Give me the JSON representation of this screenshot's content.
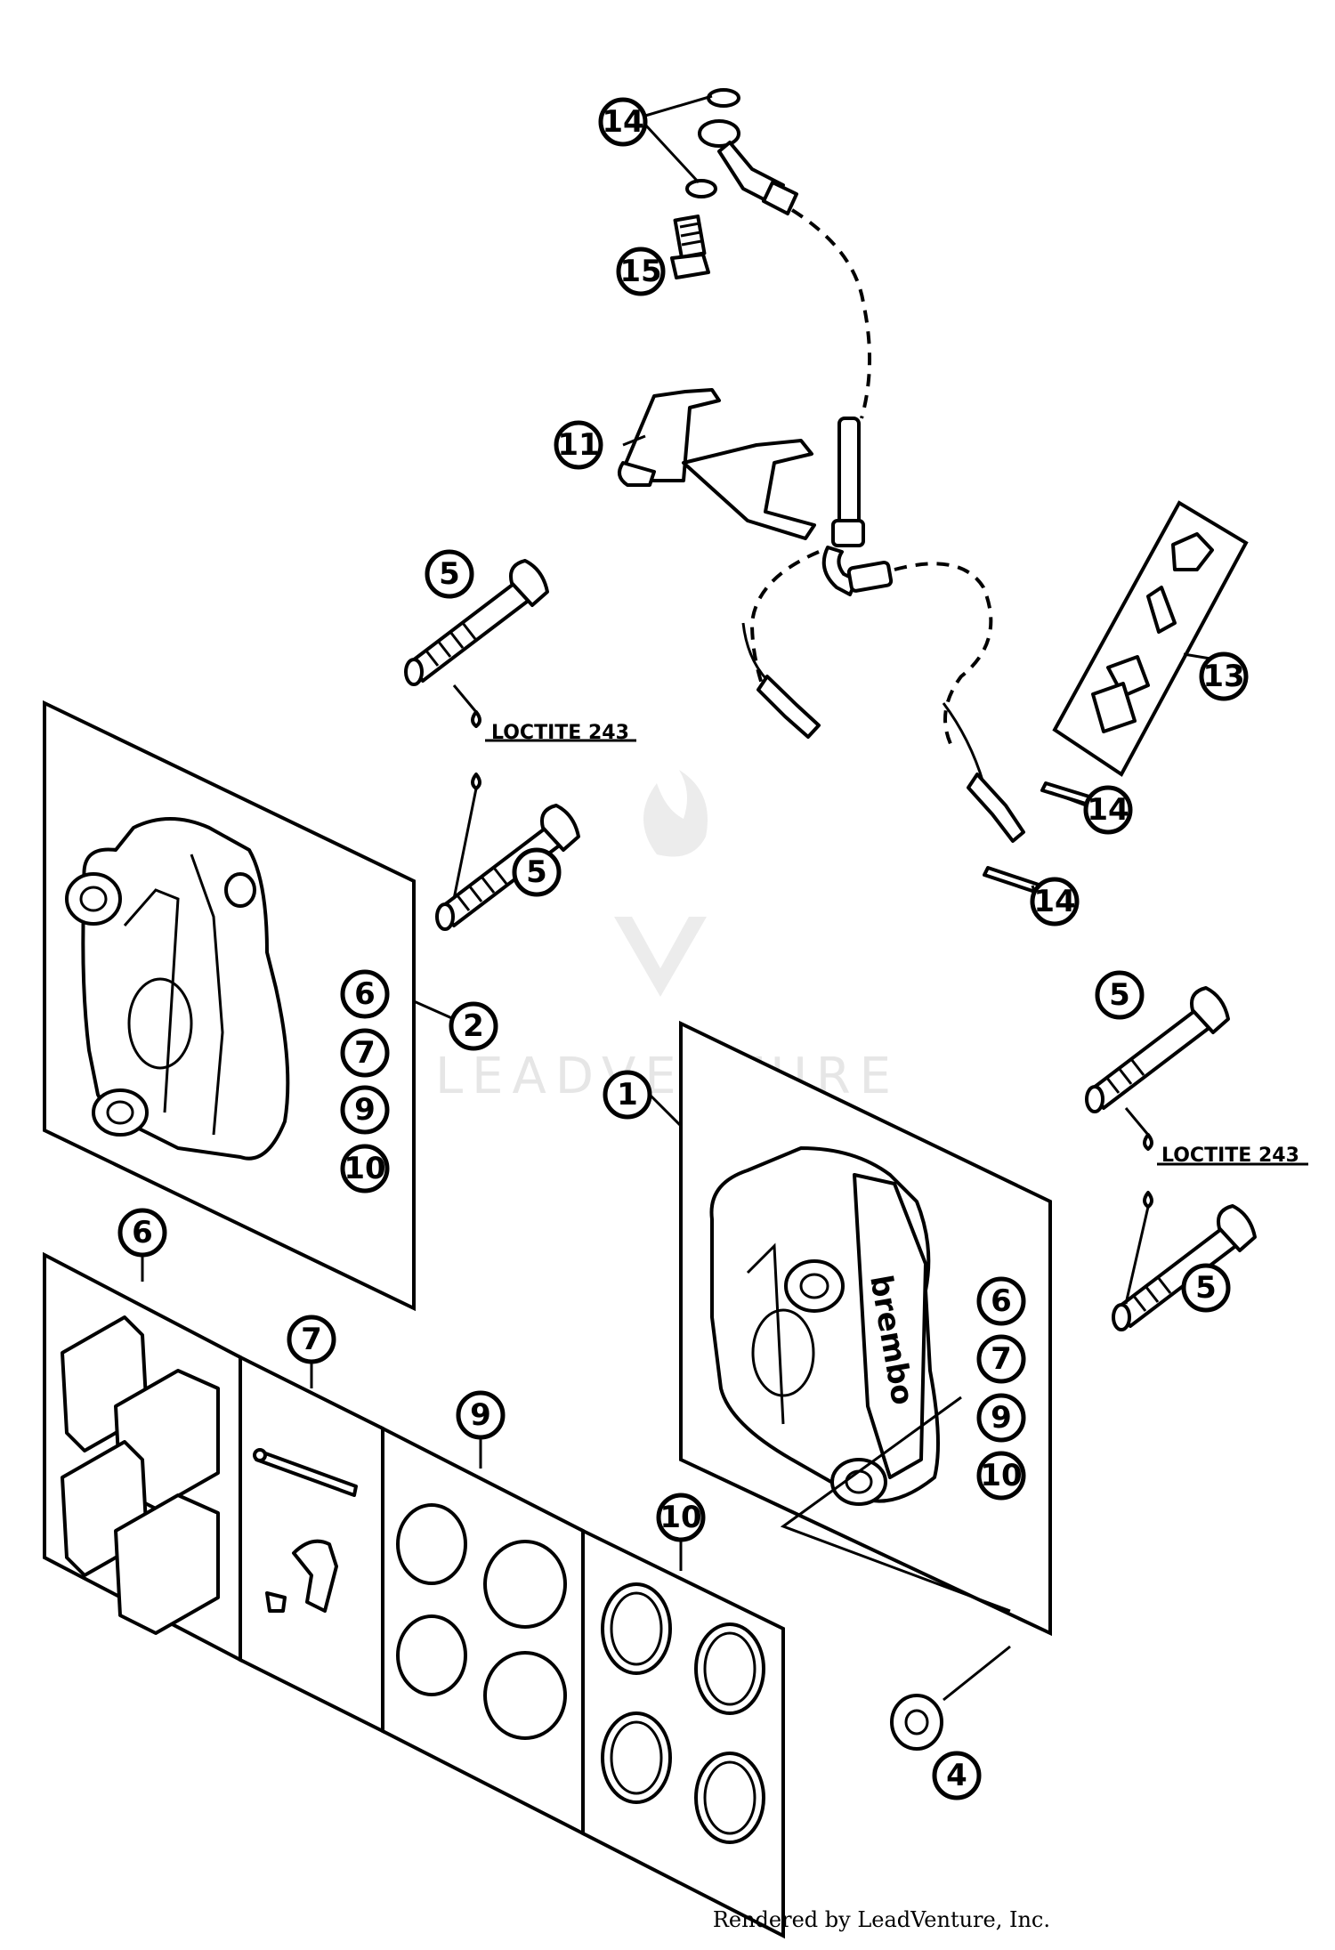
{
  "callouts": {
    "c14_top": "14",
    "c15": "15",
    "c11": "11",
    "c5_a": "5",
    "c5_b": "5",
    "c13": "13",
    "c14_mid": "14",
    "c14_low": "14",
    "c2": "2",
    "c6_left": "6",
    "c7_left": "7",
    "c9_left": "9",
    "c10_left": "10",
    "c5_c": "5",
    "c1": "1",
    "c5_d": "5",
    "c6_right": "6",
    "c7_right": "7",
    "c9_right": "9",
    "c10_right": "10",
    "c6_kit": "6",
    "c7_kit": "7",
    "c9_kit": "9",
    "c10_kit": "10",
    "c4": "4"
  },
  "notes": {
    "loctite_left": "LOCTITE 243",
    "loctite_right": "LOCTITE 243"
  },
  "caliper_brand": "brembo",
  "watermark": "LEADVENTURE",
  "credit": "Rendered by LeadVenture, Inc."
}
